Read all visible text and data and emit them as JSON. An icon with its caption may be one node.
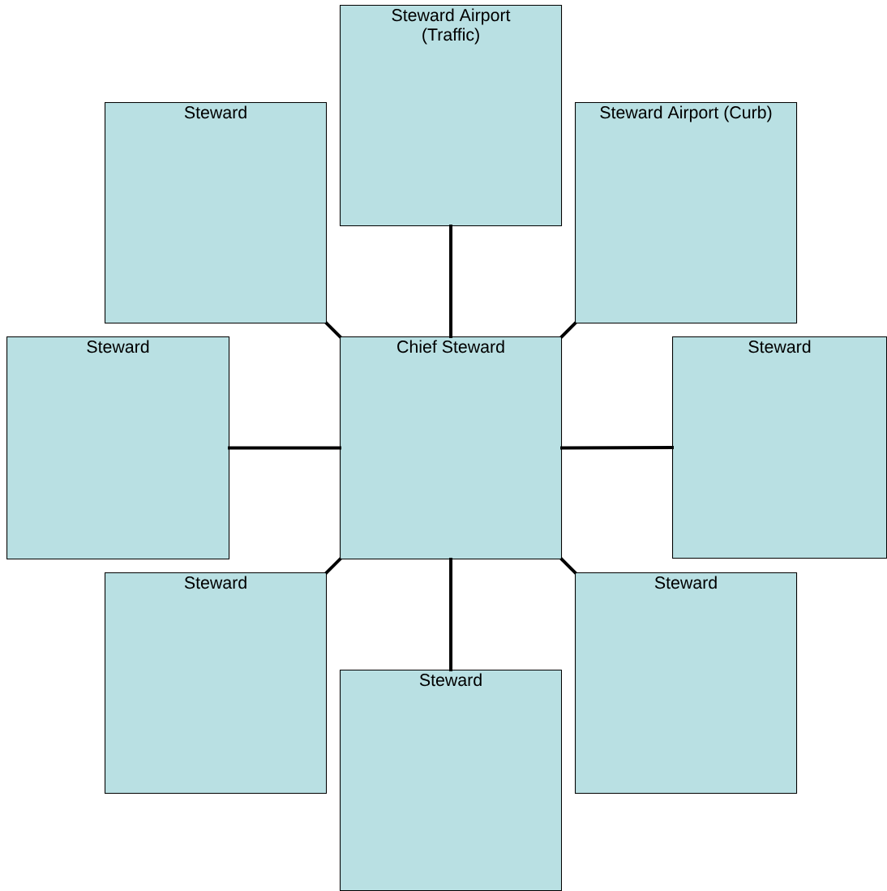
{
  "diagram": {
    "nodes": [
      {
        "text": [
          "Steward Airport (Traffic)"
        ]
      },
      {
        "text": [
          "Steward"
        ]
      },
      {
        "text": [
          "Steward Airport (Curb)"
        ]
      },
      {
        "text": [
          "Steward"
        ]
      },
      {
        "text": [
          "Chief Steward"
        ]
      },
      {
        "text": [
          "Steward"
        ]
      },
      {
        "text": [
          "Steward"
        ]
      },
      {
        "text": [
          "Steward"
        ]
      },
      {
        "text": [
          "Steward"
        ]
      }
    ],
    "edges": [
      {
        "from": 4,
        "to": 0,
        "arrow": "none"
      },
      {
        "from": 4,
        "to": 1,
        "arrow": "none"
      },
      {
        "from": 4,
        "to": 2,
        "arrow": "none"
      },
      {
        "from": 4,
        "to": 3,
        "arrow": "none"
      },
      {
        "from": 4,
        "to": 5,
        "arrow": "none"
      },
      {
        "from": 4,
        "to": 6,
        "arrow": "none"
      },
      {
        "from": 4,
        "to": 7,
        "arrow": "none"
      },
      {
        "from": 4,
        "to": 8,
        "arrow": "none"
      }
    ]
  }
}
